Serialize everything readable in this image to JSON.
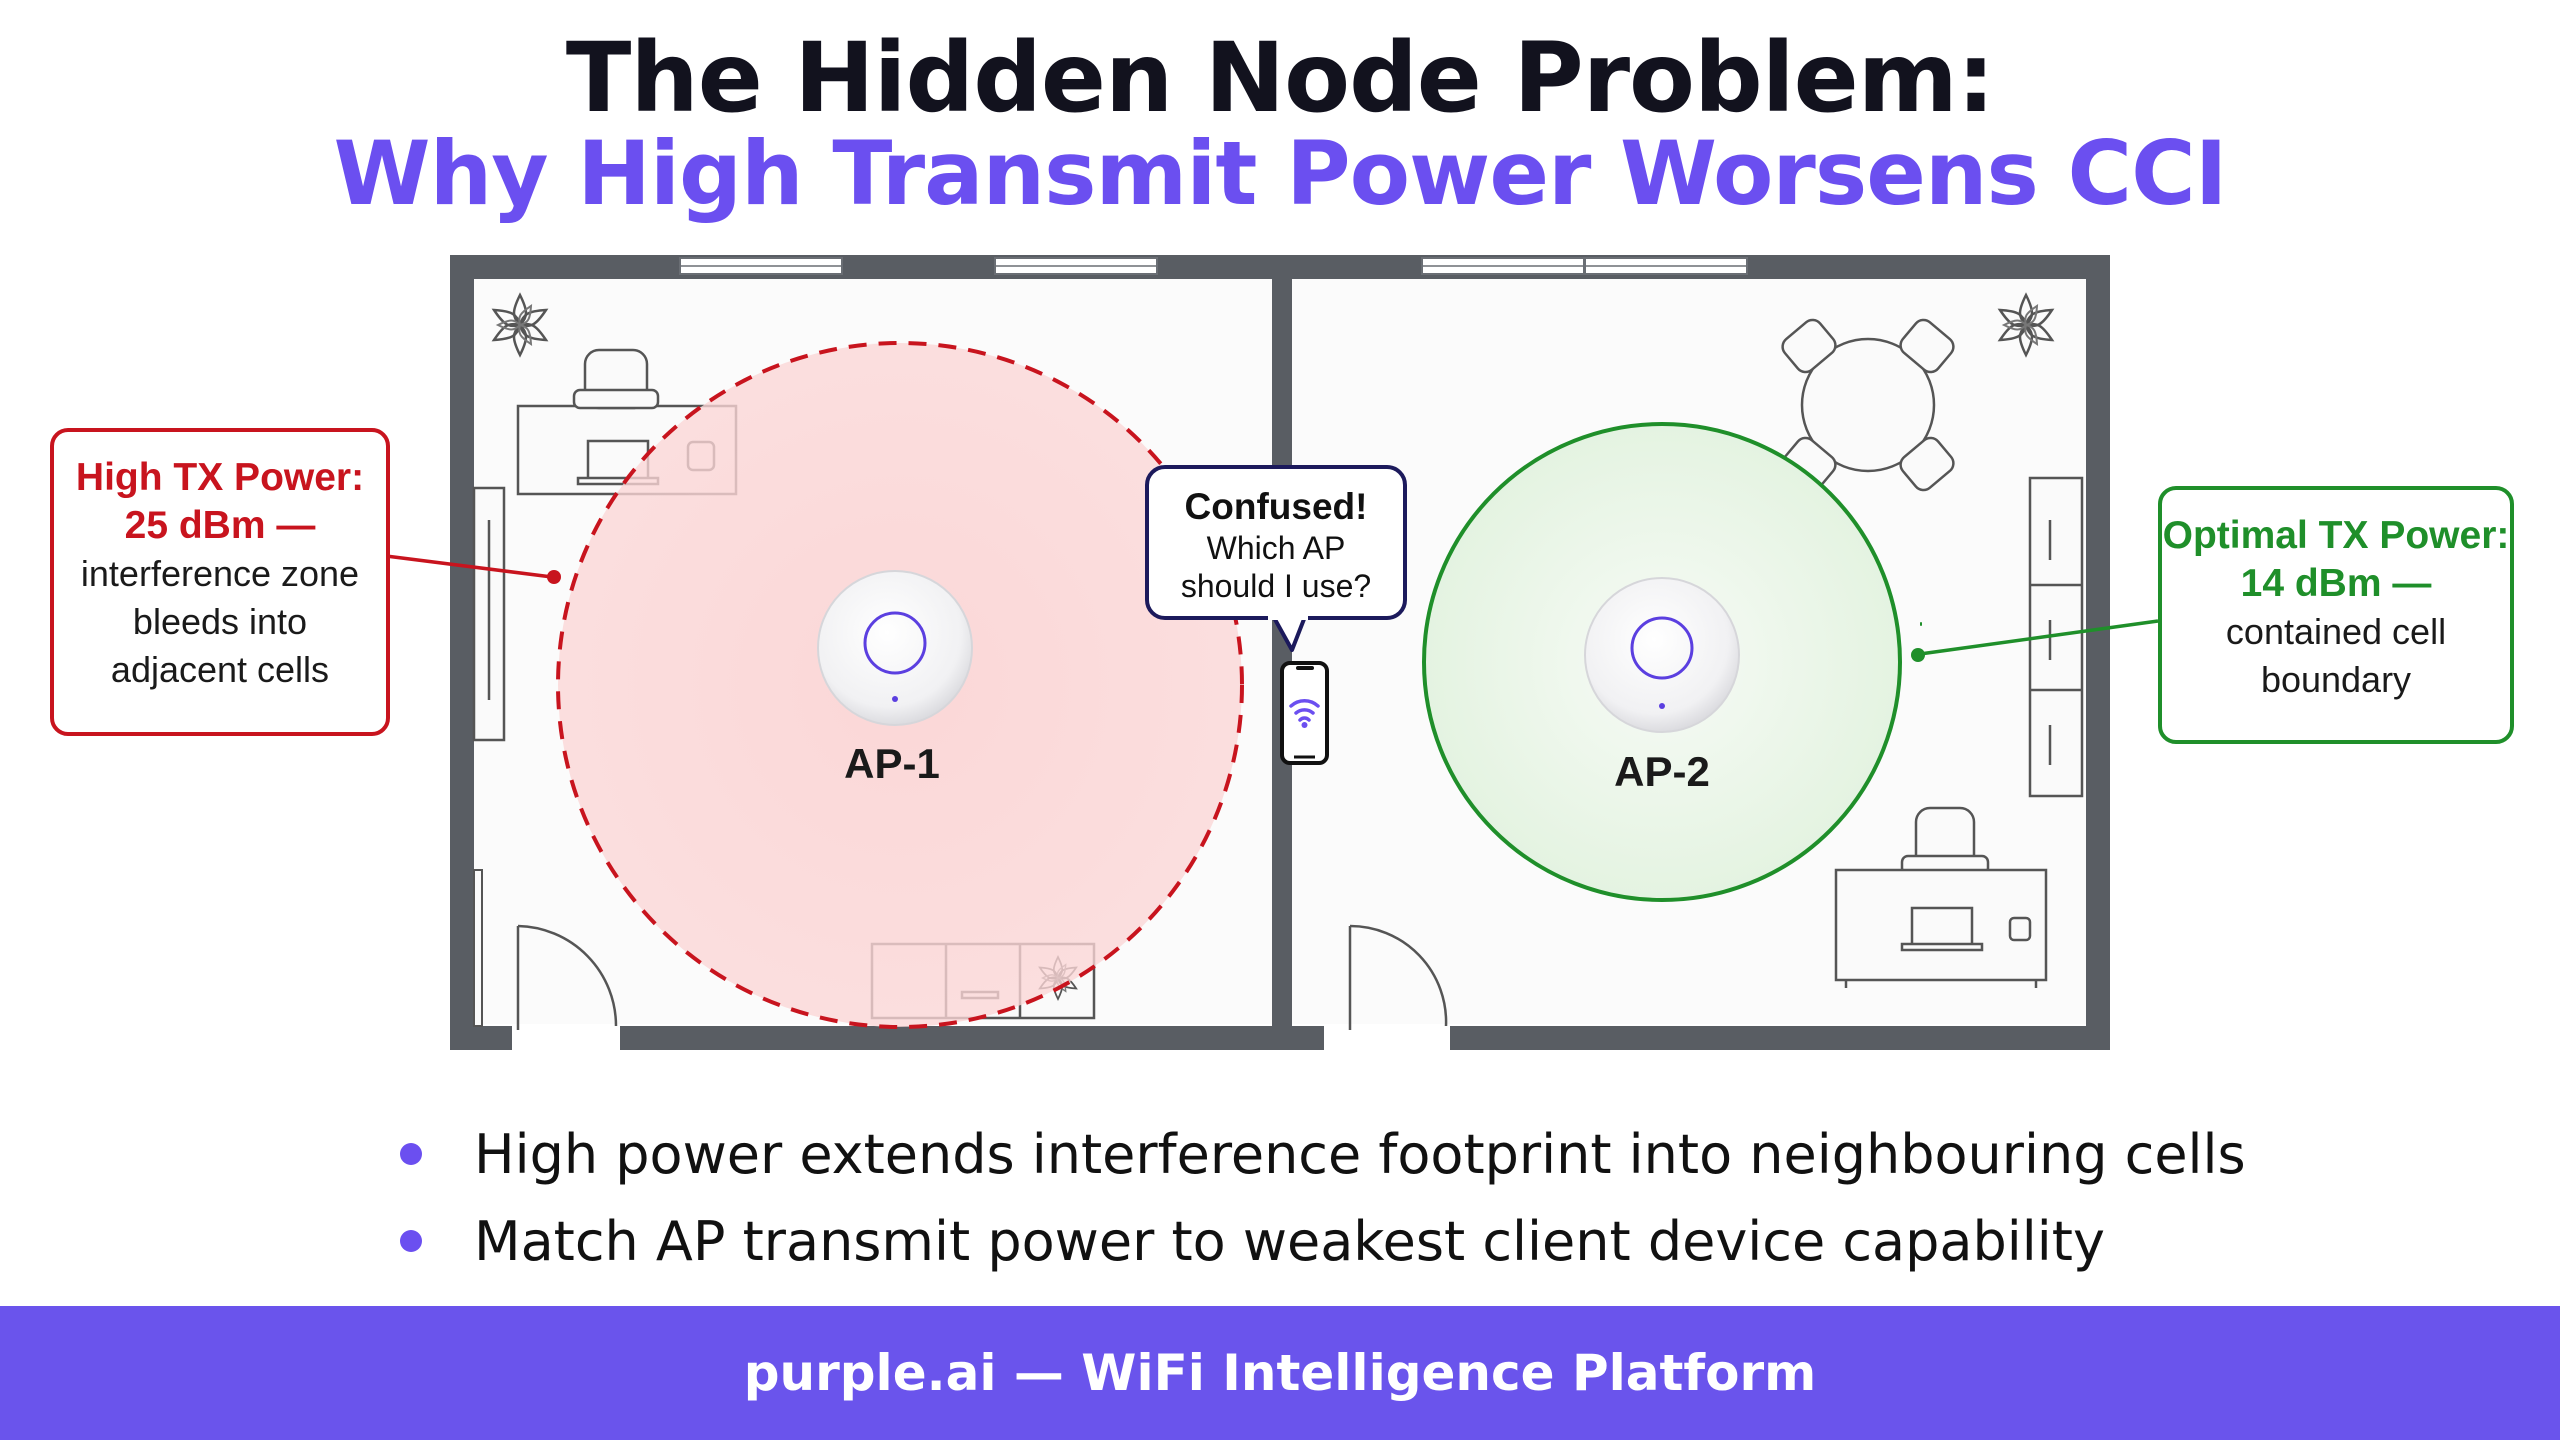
{
  "title": {
    "line1": "The Hidden Node Problem:",
    "line2": "Why High Transmit Power Worsens CCI"
  },
  "access_points": [
    {
      "label": "AP-1"
    },
    {
      "label": "AP-2"
    }
  ],
  "callout_high": {
    "heading_line1": "High TX Power:",
    "heading_line2": "25 dBm —",
    "body_line1": "interference zone",
    "body_line2": "bleeds into",
    "body_line3": "adjacent cells"
  },
  "callout_optimal": {
    "heading_line1": "Optimal TX Power:",
    "heading_line2": "14 dBm —",
    "body_line1": "contained cell",
    "body_line2": "boundary"
  },
  "client_bubble": {
    "line1": "Confused!",
    "line2": "Which AP",
    "line3": "should I use?"
  },
  "bullets": [
    "High power extends interference footprint into neighbouring cells",
    "Match AP transmit power to weakest client device capability"
  ],
  "footer": "purple.ai — WiFi Intelligence Platform",
  "colors": {
    "accent": "#6b4ff0",
    "high_power": "#c8141e",
    "optimal_power": "#1f8f2a",
    "wall": "#595d63"
  },
  "icons": [
    "wifi-icon",
    "smartphone-icon",
    "plant-icon",
    "laptop-icon",
    "chair-icon"
  ]
}
